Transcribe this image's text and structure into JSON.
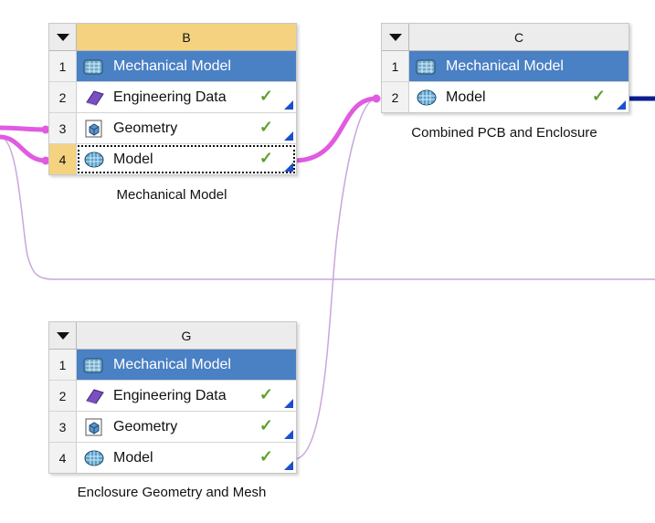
{
  "systems": {
    "B": {
      "letter": "B",
      "caption": "Mechanical Model",
      "cells": [
        {
          "num": "1",
          "label": "Mechanical Model",
          "icon": "mechanical-model-icon"
        },
        {
          "num": "2",
          "label": "Engineering Data",
          "icon": "engineering-data-icon",
          "status": "up-to-date"
        },
        {
          "num": "3",
          "label": "Geometry",
          "icon": "geometry-icon",
          "status": "up-to-date"
        },
        {
          "num": "4",
          "label": "Model",
          "icon": "model-icon",
          "status": "up-to-date"
        }
      ]
    },
    "C": {
      "letter": "C",
      "caption": "Combined PCB and Enclosure",
      "cells": [
        {
          "num": "1",
          "label": "Mechanical Model",
          "icon": "mechanical-model-icon"
        },
        {
          "num": "2",
          "label": "Model",
          "icon": "model-icon",
          "status": "up-to-date"
        }
      ]
    },
    "G": {
      "letter": "G",
      "caption": "Enclosure Geometry and Mesh",
      "cells": [
        {
          "num": "1",
          "label": "Mechanical Model",
          "icon": "mechanical-model-icon"
        },
        {
          "num": "2",
          "label": "Engineering Data",
          "icon": "engineering-data-icon",
          "status": "up-to-date"
        },
        {
          "num": "3",
          "label": "Geometry",
          "icon": "geometry-icon",
          "status": "up-to-date"
        },
        {
          "num": "4",
          "label": "Model",
          "icon": "model-icon",
          "status": "up-to-date"
        }
      ]
    }
  },
  "colors": {
    "link_strong": "#e05be0",
    "link_thin": "#c9a6dc",
    "link_dark": "#0a1f8f",
    "header_blue": "#4a80c4",
    "active_yellow": "#f4d27f",
    "check_green": "#5ea02e"
  }
}
